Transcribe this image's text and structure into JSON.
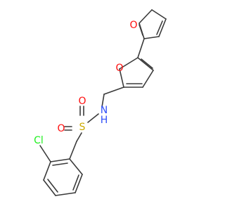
{
  "colors": {
    "bond": "#3a3a3a",
    "oxygen": "#ff0d0d",
    "nitrogen": "#3050f8",
    "sulfur": "#ccaa00",
    "chlorine": "#1ff01f",
    "background": "#ffffff"
  },
  "atoms": {
    "o_upper_furan": "O",
    "o_lower_furan": "O",
    "n_h": "N",
    "h_on_n": "H",
    "s": "S",
    "o_sulfonyl_left": "O",
    "o_sulfonyl_right": "O",
    "cl": "Cl"
  }
}
